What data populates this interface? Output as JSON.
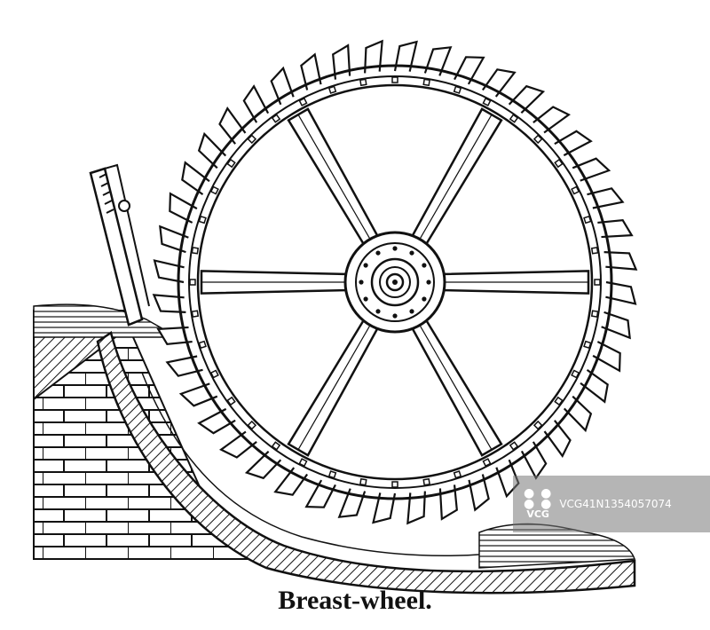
{
  "caption": "Breast-wheel.",
  "watermark": {
    "brand": "VCG",
    "id": "VCG41N1354057074"
  },
  "colors": {
    "ink": "#111111",
    "paper": "#ffffff",
    "watermark_bg": "#7a7a7a"
  },
  "wheel": {
    "buckets": 44,
    "spokes": 6,
    "rim_bolts": 40
  }
}
